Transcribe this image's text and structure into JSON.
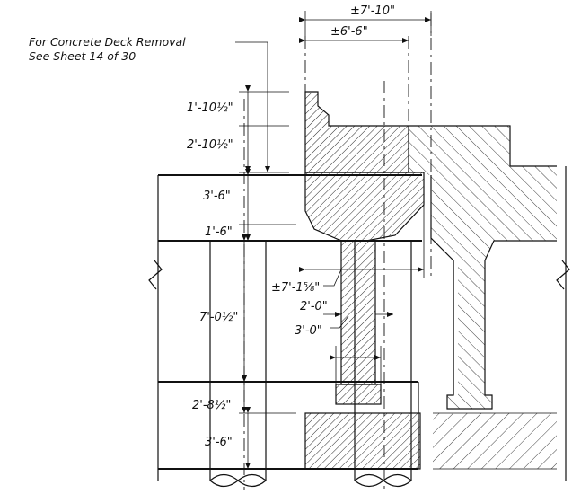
{
  "note": {
    "line1": "For Concrete Deck Removal",
    "line2": "See Sheet 14 of 30"
  },
  "dimensions": {
    "top_overall": "±7'-10\"",
    "top_inner": "±6'-6\"",
    "curb_height": "1'-10½\"",
    "deck_height": "2'-10½\"",
    "cap_height": "3'-6\"",
    "haunch_height": "1'-6\"",
    "web_height": "7'-0½\"",
    "flange_offset": "±7'-1⅝\"",
    "web_width_inner": "2'-0\"",
    "web_width_outer": "3'-0\"",
    "lower_haunch_height": "2'-8½\"",
    "footing_height": "3'-6\""
  },
  "colors": {
    "line": "#111111",
    "paper": "#ffffff"
  }
}
